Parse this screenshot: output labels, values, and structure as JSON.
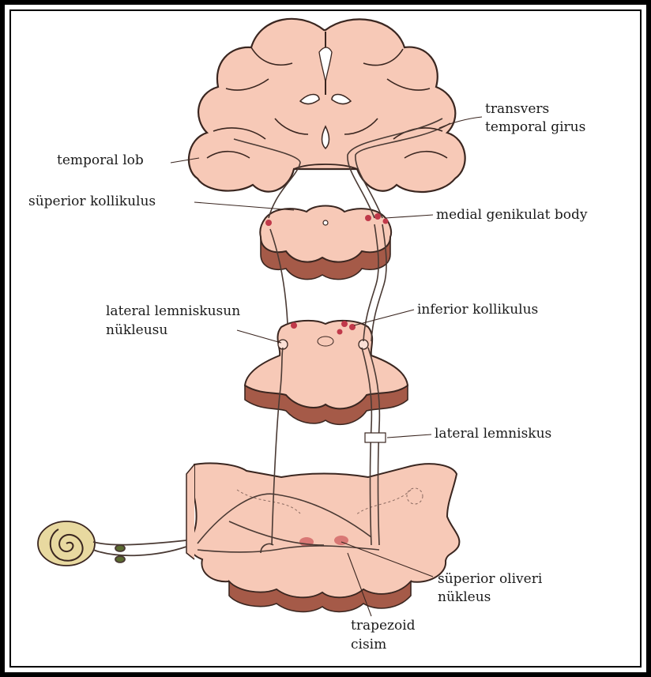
{
  "labels": {
    "transvers_line1": "transvers",
    "transvers_line2": "temporal girus",
    "temporal_lob": "temporal lob",
    "superior_kollikulus": "süperior kollikulus",
    "medial_genikulat": "medial genikulat body",
    "lateral_lemniskusun_line1": "lateral lemniskusun",
    "lateral_lemniskusun_line2": "nükleusu",
    "inferior_kollikulus": "inferior kollikulus",
    "lateral_lemniskus": "lateral lemniskus",
    "superior_oliveri_line1": "süperior oliveri",
    "superior_oliveri_line2": "nükleus",
    "trapezoid_line1": "trapezoid",
    "trapezoid_line2": "cisim"
  },
  "colors": {
    "tissue_fill": "#f7c9b7",
    "tissue_outline": "#3a2620",
    "section_edge": "#7a4a3a",
    "nucleus": "#c0394a",
    "cochlea": "#e8d9a0",
    "pathway": "#4a3a34"
  }
}
